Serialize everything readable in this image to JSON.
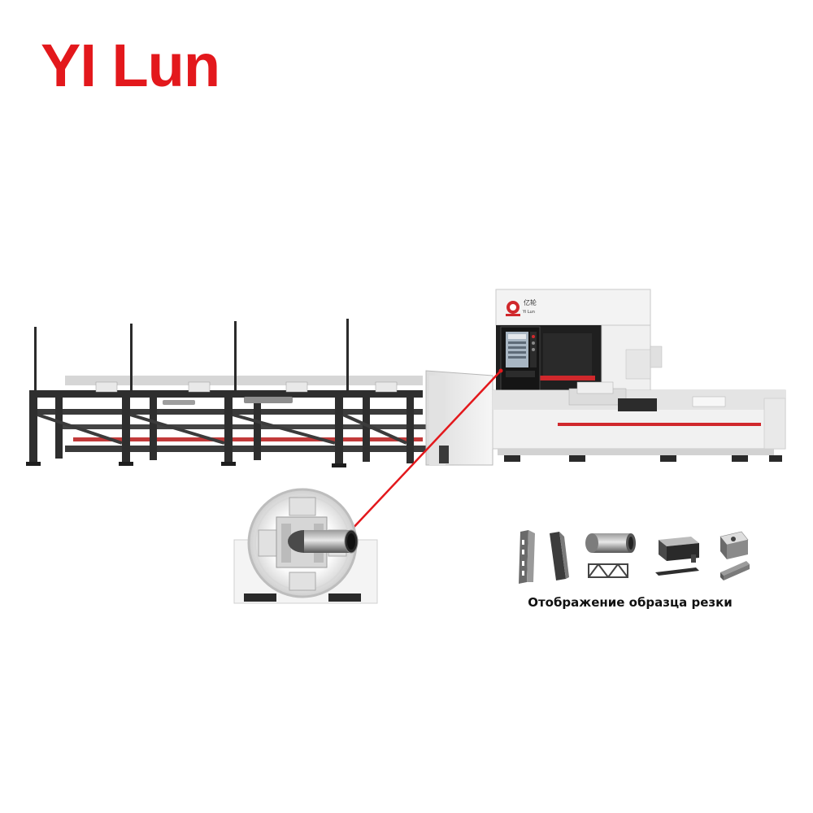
{
  "brand": {
    "name": "YI Lun",
    "color": "#e3181c"
  },
  "machine": {
    "nameplate_cn": "亿轮",
    "nameplate_en": "Yi Lun",
    "colors": {
      "body": "#f0f0f0",
      "frame": "#2e2e2e",
      "panel": "#1c1c1c",
      "stripe": "#d0282c"
    }
  },
  "samples": {
    "caption": "Отображение образца резки"
  }
}
